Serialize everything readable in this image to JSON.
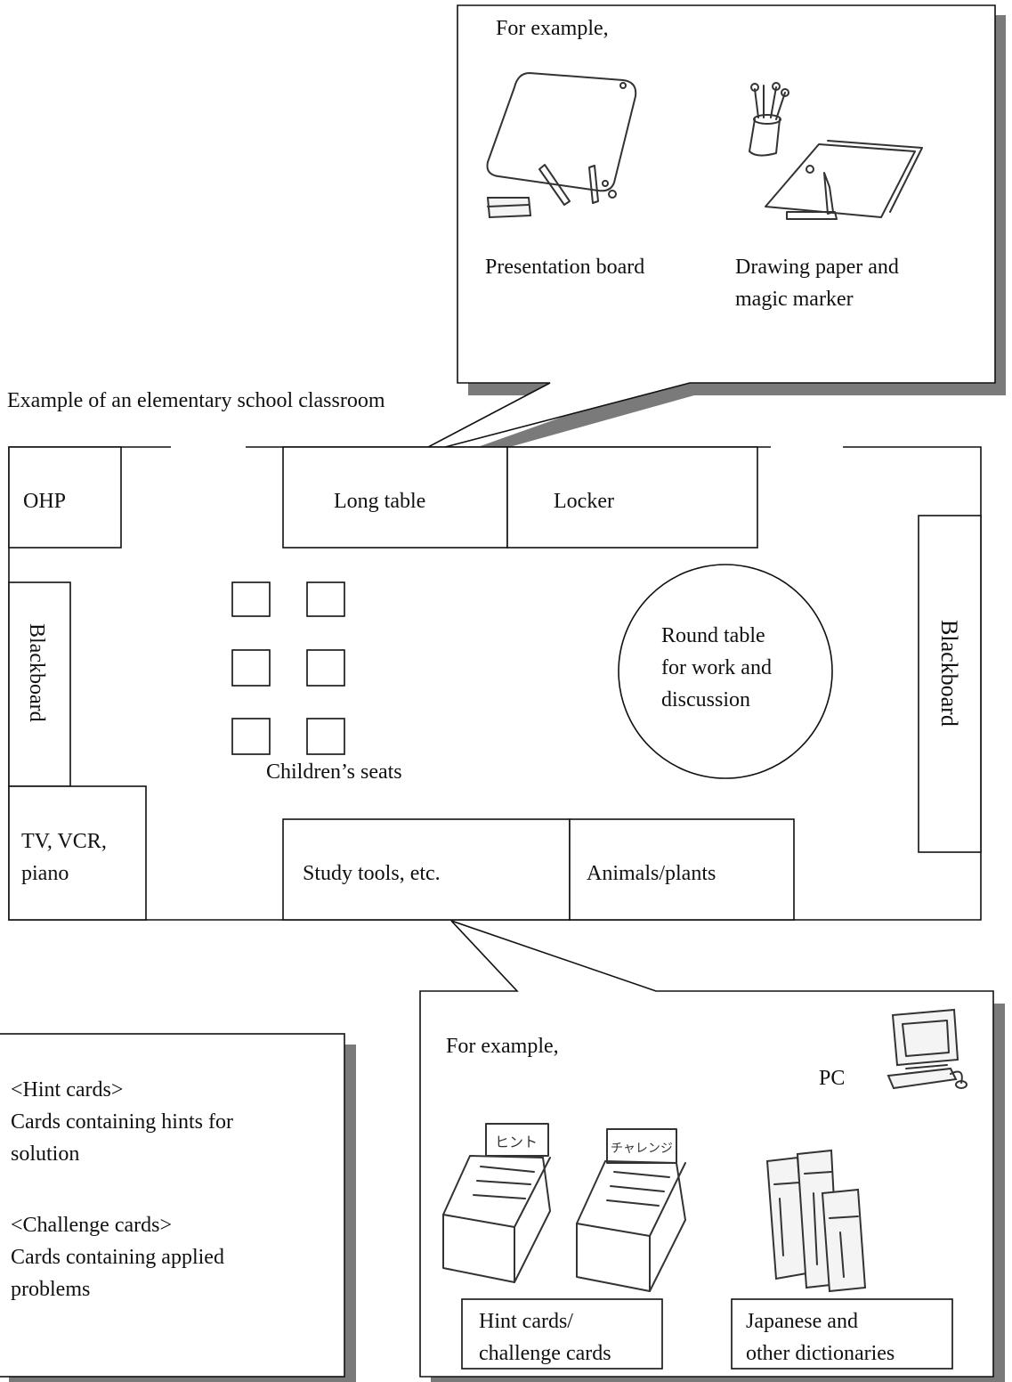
{
  "top_callout": {
    "intro": "For example,",
    "item1": "Presentation board",
    "item2_line1": "Drawing paper and",
    "item2_line2": "magic marker"
  },
  "classroom": {
    "title": "Example of an elementary school classroom",
    "ohp": "OHP",
    "long_table": "Long table",
    "locker": "Locker",
    "blackboard_left": "Blackboard",
    "blackboard_right": "Blackboard",
    "round_table_line1": "Round table",
    "round_table_line2": "for work and",
    "round_table_line3": "discussion",
    "seats": "Children’s seats",
    "tv_line1": "TV, VCR,",
    "tv_line2": "piano",
    "study_tools": "Study tools, etc.",
    "animals": "Animals/plants"
  },
  "left_note": {
    "hint_title": "<Hint cards>",
    "hint_line1": "Cards containing hints for",
    "hint_line2": "solution",
    "challenge_title": "<Challenge cards>",
    "challenge_line1": "Cards containing applied",
    "challenge_line2": "problems"
  },
  "bottom_callout": {
    "intro": "For example,",
    "pc": "PC",
    "cards_line1": "Hint cards/",
    "cards_line2": "challenge cards",
    "dict_line1": "Japanese and",
    "dict_line2": "other dictionaries",
    "hint_box_label": "ヒント",
    "challenge_box_label": "チャレンジ"
  }
}
